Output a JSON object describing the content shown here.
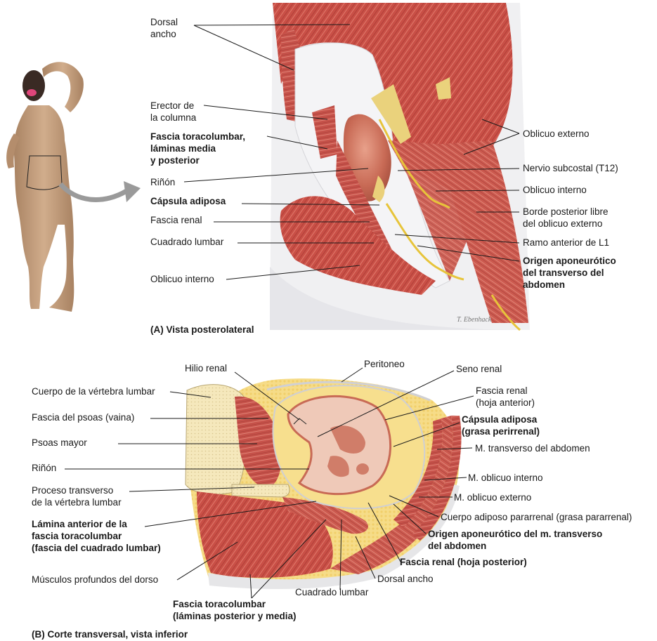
{
  "panel_a": {
    "caption": "(A) Vista posterolateral",
    "labels": {
      "dorsal_ancho": [
        "Dorsal",
        "ancho"
      ],
      "erector": [
        "Erector de",
        "la columna"
      ],
      "fascia_toracolumbar": [
        "Fascia toracolumbar,",
        "láminas media",
        "y posterior"
      ],
      "rinon": "Riñón",
      "capsula_adiposa": "Cápsula adiposa",
      "fascia_renal": "Fascia renal",
      "cuadrado_lumbar": "Cuadrado lumbar",
      "oblicuo_interno_left": "Oblicuo interno",
      "oblicuo_externo": "Oblicuo externo",
      "nervio_subcostal": "Nervio subcostal (T12)",
      "oblicuo_interno_right": "Oblicuo interno",
      "borde_posterior": [
        "Borde posterior libre",
        "del oblicuo externo"
      ],
      "ramo_anterior": "Ramo anterior de L1",
      "origen_aponeurotico": [
        "Origen aponeurótico",
        "del transverso del",
        "abdomen"
      ]
    }
  },
  "panel_b": {
    "caption": "(B) Corte transversal, vista inferior",
    "labels": {
      "hilio_renal": "Hilio renal",
      "peritoneo": "Peritoneo",
      "seno_renal": "Seno renal",
      "cuerpo_vertebra": "Cuerpo de la vértebra lumbar",
      "fascia_psoas": "Fascia del psoas (vaina)",
      "psoas_mayor": "Psoas mayor",
      "rinon": "Riñón",
      "proceso_transverso": [
        "Proceso transverso",
        "de la vértebra lumbar"
      ],
      "lamina_anterior": [
        "Lámina anterior de la",
        "fascia toracolumbar",
        "(fascia del cuadrado lumbar)"
      ],
      "musculos_profundos": "Músculos profundos del dorso",
      "fascia_renal_anterior": [
        "Fascia renal",
        "(hoja anterior)"
      ],
      "capsula_adiposa": [
        "Cápsula adiposa",
        "(grasa perirrenal)"
      ],
      "transverso": "M. transverso del abdomen",
      "oblicuo_interno": "M. oblicuo interno",
      "oblicuo_externo": "M. oblicuo externo",
      "cuerpo_adiposo": "Cuerpo adiposo pararrenal (grasa pararrenal)",
      "origen_aponeurotico": [
        "Origen aponeurótico del m. transverso",
        "del abdomen"
      ],
      "fascia_renal_posterior": "Fascia renal (hoja posterior)",
      "dorsal_ancho": "Dorsal ancho",
      "cuadrado_lumbar": "Cuadrado lumbar",
      "fascia_toracolumbar": [
        "Fascia toracolumbar",
        "(láminas posterior y media)"
      ]
    }
  },
  "signature": "T. Ebenhack",
  "colors": {
    "muscle": "#c94f46",
    "muscle_light": "#df8677",
    "fascia": "#e9e9ea",
    "fat": "#f6dc88",
    "kidney": "#c86a55",
    "kidney_inner": "#efc9b8",
    "bone": "#f5e8bc",
    "skin": "#c9a584",
    "nerve": "#e7c43a"
  }
}
